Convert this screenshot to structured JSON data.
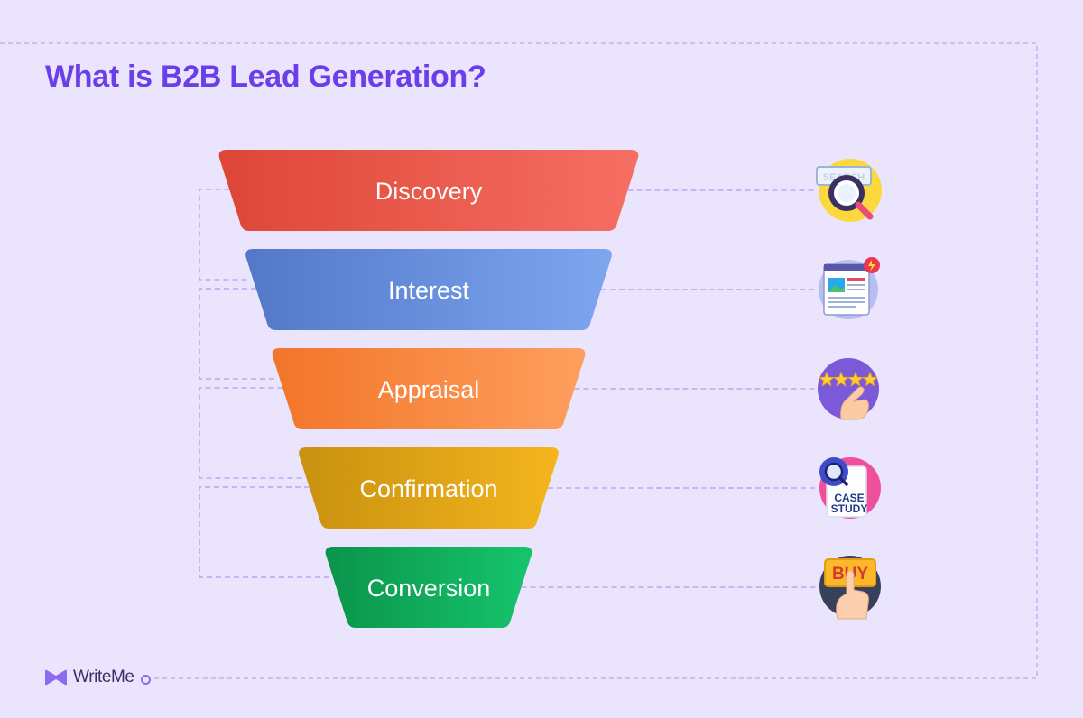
{
  "title": "What is B2B Lead Generation?",
  "brand": {
    "name": "WriteMe"
  },
  "colors": {
    "background": "#ebe4fd",
    "title": "#6a3ee8",
    "connector": "#b9a8ee"
  },
  "funnel": {
    "stages": [
      {
        "label": "Discovery",
        "color_start": "#dd4637",
        "color_end": "#f66f63",
        "icon": "search-magnifier-icon"
      },
      {
        "label": "Interest",
        "color_start": "#5278c7",
        "color_end": "#7ea6ef",
        "icon": "webpage-article-icon"
      },
      {
        "label": "Appraisal",
        "color_start": "#f27529",
        "color_end": "#fe9f5e",
        "icon": "star-rating-icon"
      },
      {
        "label": "Confirmation",
        "color_start": "#c8910f",
        "color_end": "#f4b51e",
        "icon": "case-study-document-icon"
      },
      {
        "label": "Conversion",
        "color_start": "#0b944b",
        "color_end": "#16c46d",
        "icon": "buy-button-icon"
      }
    ],
    "icon_texts": {
      "search": "SEARCH",
      "case_line1": "CASE",
      "case_line2": "STUDY",
      "buy": "BUY"
    }
  }
}
